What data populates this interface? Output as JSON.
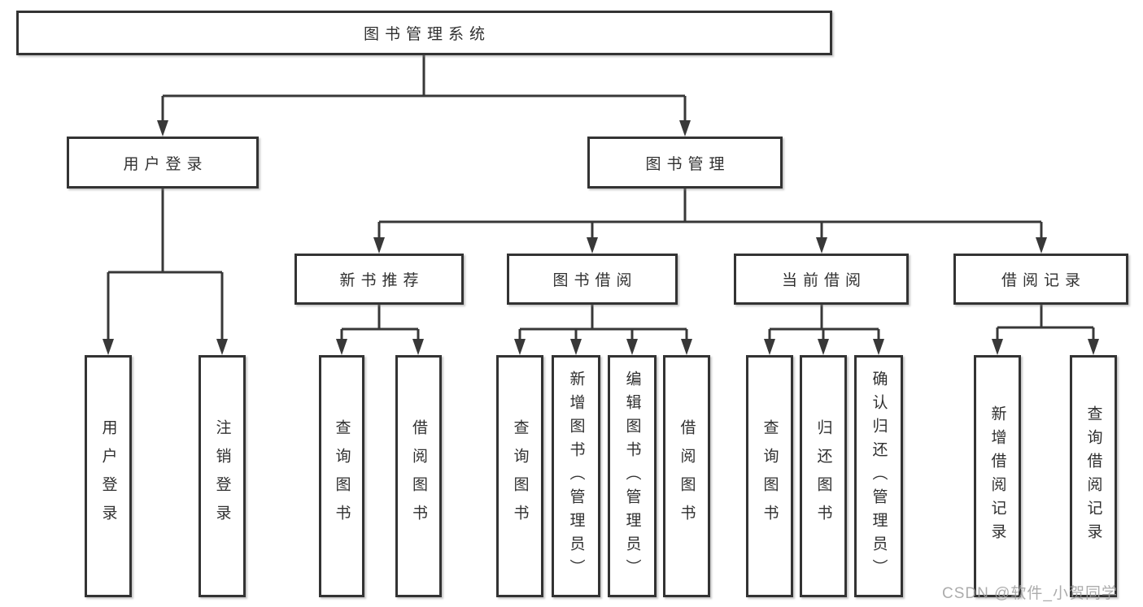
{
  "diagram": {
    "type": "tree",
    "title": "图书管理系统",
    "watermark": "CSDN @软件_小贺同学",
    "colors": {
      "line": "#383838",
      "box_border": "#333333",
      "box_fill": "#ffffff",
      "text": "#303030",
      "watermark": "#9e9e9e"
    }
  },
  "tree": {
    "root": {
      "label": "图书管理系统"
    },
    "level2": [
      {
        "label": "用户登录"
      },
      {
        "label": "图书管理"
      }
    ],
    "level3": [
      {
        "label": "新书推荐"
      },
      {
        "label": "图书借阅"
      },
      {
        "label": "当前借阅"
      },
      {
        "label": "借阅记录"
      }
    ],
    "leaves": {
      "user_login": [
        "用户登录",
        "注销登录"
      ],
      "new_book_recommend": [
        "查询图书",
        "借阅图书"
      ],
      "book_borrow": [
        "查询图书",
        "新增图书（管理员）",
        "编辑图书（管理员）",
        "借阅图书"
      ],
      "current_borrow": [
        "查询图书",
        "归还图书",
        "确认归还（管理员）"
      ],
      "borrow_records": [
        "新增借阅记录",
        "查询借阅记录"
      ]
    }
  }
}
